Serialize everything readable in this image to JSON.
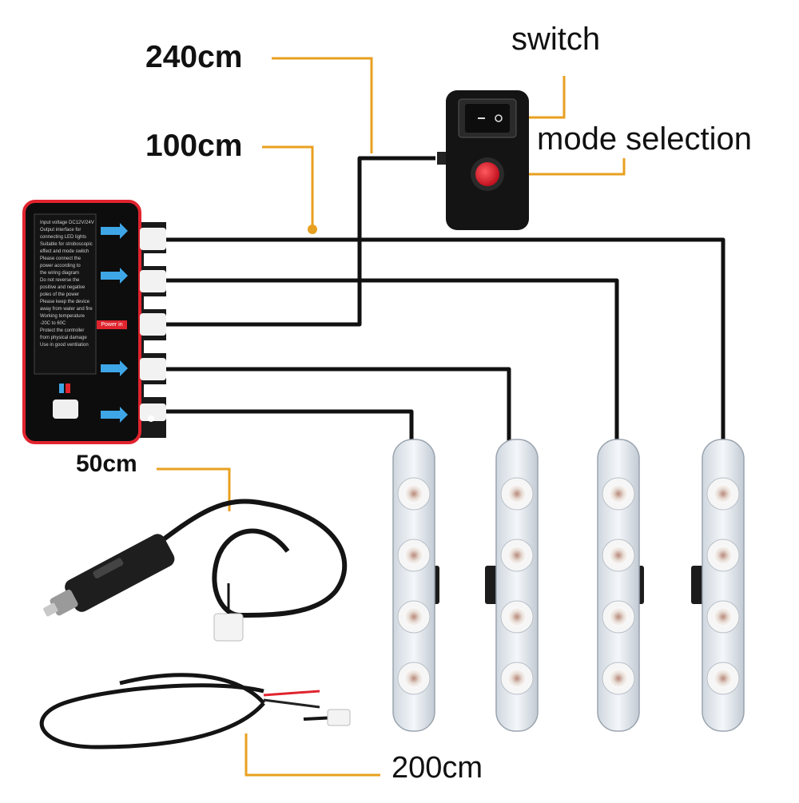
{
  "labels": {
    "cable_240": "240cm",
    "cable_100": "100cm",
    "switch": "switch",
    "mode_selection": "mode selection",
    "cable_50": "50cm",
    "cable_200": "200cm"
  },
  "controller": {
    "power_tag": "Power in",
    "instructions": [
      "Input voltage DC12V/24V",
      "Output interface for",
      "connecting LED lights",
      "Suitable for stroboscopic",
      "effect and mode switch",
      "Please connect the",
      "power according to",
      "the wiring diagram",
      "Do not reverse the",
      "positive and negative",
      "poles of the power",
      "Please keep the device",
      "away from water and fire",
      "Working temperature",
      "-20C to 60C",
      "Protect the controller",
      "from physical damage",
      "Use in good ventilation"
    ]
  },
  "led_bars": {
    "count": 4,
    "leds_per_bar": 4
  },
  "colors": {
    "accent_orange": "#e8a020",
    "controller_red": "#e0242e",
    "cable": "#111111",
    "arrow_blue": "#3ea6e6",
    "button_red": "#e21b2a"
  }
}
